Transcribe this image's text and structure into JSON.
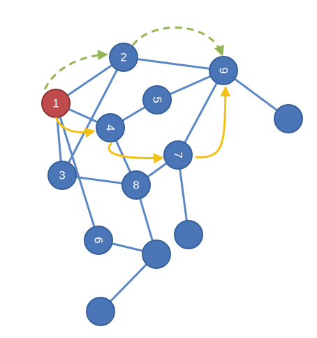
{
  "graph": {
    "colors": {
      "node_fill": "#4a76b8",
      "node_stroke": "#37609a",
      "start_fill": "#bf4b4d",
      "start_stroke": "#8e3234",
      "edge": "#5b87c5",
      "dashed_arrow": "#93b554",
      "solid_arrow": "#f5c016"
    },
    "nodes": [
      {
        "id": "n1",
        "label": "1",
        "start": true
      },
      {
        "id": "n2",
        "label": "2"
      },
      {
        "id": "n9",
        "label": "9"
      },
      {
        "id": "n5",
        "label": "5"
      },
      {
        "id": "n4",
        "label": "4"
      },
      {
        "id": "n7",
        "label": "7"
      },
      {
        "id": "n3",
        "label": "3"
      },
      {
        "id": "n8",
        "label": "8"
      },
      {
        "id": "n6",
        "label": "6"
      },
      {
        "id": "n10",
        "label": ""
      },
      {
        "id": "n11",
        "label": ""
      },
      {
        "id": "n12",
        "label": ""
      },
      {
        "id": "n13",
        "label": ""
      }
    ],
    "edges": [
      [
        "n1",
        "n2"
      ],
      [
        "n1",
        "n3"
      ],
      [
        "n1",
        "n4"
      ],
      [
        "n1",
        "n6"
      ],
      [
        "n2",
        "n3"
      ],
      [
        "n2",
        "n9"
      ],
      [
        "n3",
        "n8"
      ],
      [
        "n4",
        "n5"
      ],
      [
        "n4",
        "n8"
      ],
      [
        "n5",
        "n9"
      ],
      [
        "n8",
        "n7"
      ],
      [
        "n7",
        "n9"
      ],
      [
        "n9",
        "n13"
      ],
      [
        "n7",
        "n11"
      ],
      [
        "n8",
        "n10"
      ],
      [
        "n6",
        "n10"
      ],
      [
        "n10",
        "n12"
      ]
    ]
  }
}
